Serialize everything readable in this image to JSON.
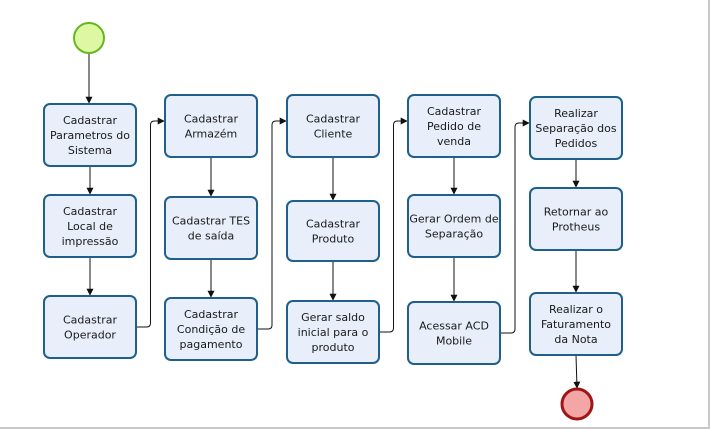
{
  "colors": {
    "task_fill": "#e8eefa",
    "task_stroke": "#1f5f8b",
    "start_fill": "#ddf7a3",
    "start_stroke": "#63b81e",
    "end_fill": "#f2a6a6",
    "end_stroke": "#a01515",
    "flow": "#111111"
  },
  "start": {
    "label": ""
  },
  "end": {
    "label": ""
  },
  "columns": [
    {
      "tasks": [
        {
          "id": "t1",
          "lines": [
            "Cadastrar",
            "Parametros do",
            "Sistema"
          ]
        },
        {
          "id": "t2",
          "lines": [
            "Cadastrar",
            "Local de",
            "impressão"
          ]
        },
        {
          "id": "t3",
          "lines": [
            "Cadastrar",
            "Operador"
          ]
        }
      ]
    },
    {
      "tasks": [
        {
          "id": "t4",
          "lines": [
            "Cadastrar",
            "Armazém"
          ]
        },
        {
          "id": "t5",
          "lines": [
            "Cadastrar TES",
            "de saída"
          ]
        },
        {
          "id": "t6",
          "lines": [
            "Cadastrar",
            "Condição de",
            "pagamento"
          ]
        }
      ]
    },
    {
      "tasks": [
        {
          "id": "t7",
          "lines": [
            "Cadastrar",
            "Cliente"
          ]
        },
        {
          "id": "t8",
          "lines": [
            "Cadastrar",
            "Produto"
          ]
        },
        {
          "id": "t9",
          "lines": [
            "Gerar saldo",
            "inicial para o",
            "produto"
          ]
        }
      ]
    },
    {
      "tasks": [
        {
          "id": "t10",
          "lines": [
            "Cadastrar",
            "Pedido de",
            "venda"
          ]
        },
        {
          "id": "t11",
          "lines": [
            "Gerar Ordem de",
            "Separação"
          ]
        },
        {
          "id": "t12",
          "lines": [
            "Acessar ACD",
            "Mobile"
          ]
        }
      ]
    },
    {
      "tasks": [
        {
          "id": "t13",
          "lines": [
            "Realizar",
            "Separação dos",
            "Pedidos"
          ]
        },
        {
          "id": "t14",
          "lines": [
            "Retornar ao",
            "Protheus"
          ]
        },
        {
          "id": "t15",
          "lines": [
            "Realizar o",
            "Faturamento",
            "da Nota"
          ]
        }
      ]
    }
  ]
}
